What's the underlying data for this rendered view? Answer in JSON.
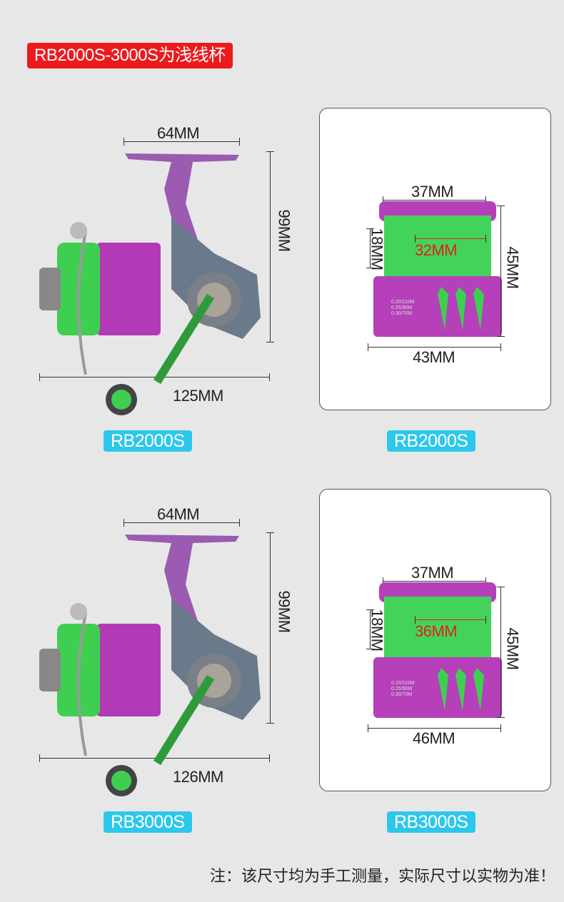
{
  "header": {
    "badge": "RB2000S-3000S为浅线杯"
  },
  "models": [
    {
      "reel": {
        "width": "64MM",
        "height": "99MM",
        "length": "125MM"
      },
      "spool": {
        "top_diameter": "37MM",
        "depth": "18MM",
        "inner_diameter": "32MM",
        "height": "45MM",
        "bottom_diameter": "43MM",
        "line_capacity": [
          "0.20/110M",
          "0.25/90M",
          "0.30/70M"
        ]
      },
      "reel_label": "RB2000S",
      "spool_label": "RB2000S"
    },
    {
      "reel": {
        "width": "64MM",
        "height": "99MM",
        "length": "126MM"
      },
      "spool": {
        "top_diameter": "37MM",
        "depth": "18MM",
        "inner_diameter": "36MM",
        "height": "45MM",
        "bottom_diameter": "46MM",
        "line_capacity": [
          "0.20/110M",
          "0.25/90M",
          "0.30/70M"
        ]
      },
      "reel_label": "RB3000S",
      "spool_label": "RB3000S"
    }
  ],
  "footer": {
    "note": "注：该尺寸均为手工测量，实际尺寸以实物为准！"
  },
  "colors": {
    "badge": "#ec1a1d",
    "pill": "#2ec7ec",
    "purple": "#b43bb8",
    "green": "#3ccf4e",
    "red_dim": "#e02020"
  }
}
